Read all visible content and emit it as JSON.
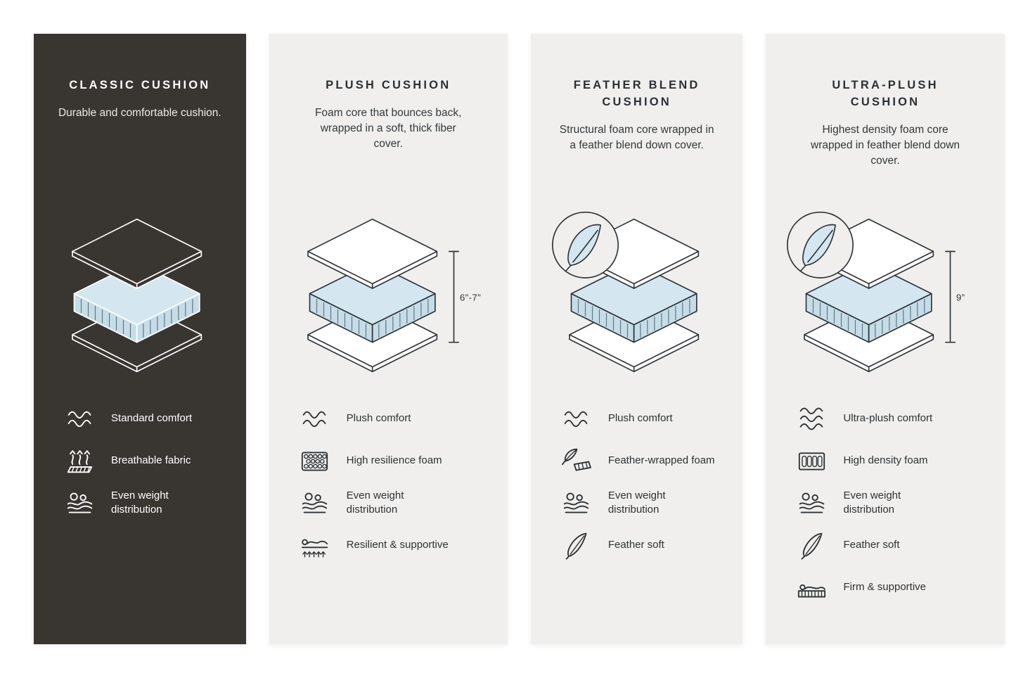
{
  "colors": {
    "page_background": "#ffffff",
    "dark_panel_background": "#393531",
    "light_panel_background": "#f0efed",
    "cushion_blue": "#d4e7f0",
    "line": "#30343a"
  },
  "panels": [
    {
      "title": "CLASSIC CUSHION",
      "description": "Durable and comfortable cushion.",
      "theme": "dark",
      "illustration": {
        "feather_badge": false,
        "dimension_label": null
      },
      "features": [
        {
          "icon": "waves-icon",
          "label": "Standard comfort"
        },
        {
          "icon": "breathable-fabric-icon",
          "label": "Breathable fabric"
        },
        {
          "icon": "weight-distribution-icon",
          "label": "Even weight distribution"
        }
      ]
    },
    {
      "title": "PLUSH CUSHION",
      "description": "Foam core that bounces back, wrapped in a soft, thick fiber cover.",
      "theme": "light",
      "illustration": {
        "feather_badge": false,
        "dimension_label": "6”-7”"
      },
      "features": [
        {
          "icon": "waves-icon",
          "label": "Plush comfort"
        },
        {
          "icon": "resilience-foam-icon",
          "label": "High resilience foam"
        },
        {
          "icon": "weight-distribution-icon",
          "label": "Even weight distribution"
        },
        {
          "icon": "resilient-supportive-icon",
          "label": "Resilient & supportive"
        }
      ]
    },
    {
      "title": "FEATHER BLEND CUSHION",
      "description": "Structural foam core wrapped in a feather blend down cover.",
      "theme": "light",
      "illustration": {
        "feather_badge": true,
        "dimension_label": null
      },
      "features": [
        {
          "icon": "waves-icon",
          "label": "Plush comfort"
        },
        {
          "icon": "feather-wrapped-foam-icon",
          "label": "Feather-wrapped foam"
        },
        {
          "icon": "weight-distribution-icon",
          "label": "Even weight distribution"
        },
        {
          "icon": "feather-icon",
          "label": "Feather soft"
        }
      ]
    },
    {
      "title": "ULTRA-PLUSH CUSHION",
      "description": "Highest density foam core wrapped in feather blend down cover.",
      "theme": "light",
      "illustration": {
        "feather_badge": true,
        "dimension_label": "9”"
      },
      "features": [
        {
          "icon": "waves-3-icon",
          "label": "Ultra-plush comfort"
        },
        {
          "icon": "high-density-foam-icon",
          "label": "High density foam"
        },
        {
          "icon": "weight-distribution-icon",
          "label": "Even weight distribution"
        },
        {
          "icon": "feather-icon",
          "label": "Feather soft"
        },
        {
          "icon": "firm-supportive-icon",
          "label": "Firm & supportive"
        }
      ]
    }
  ]
}
